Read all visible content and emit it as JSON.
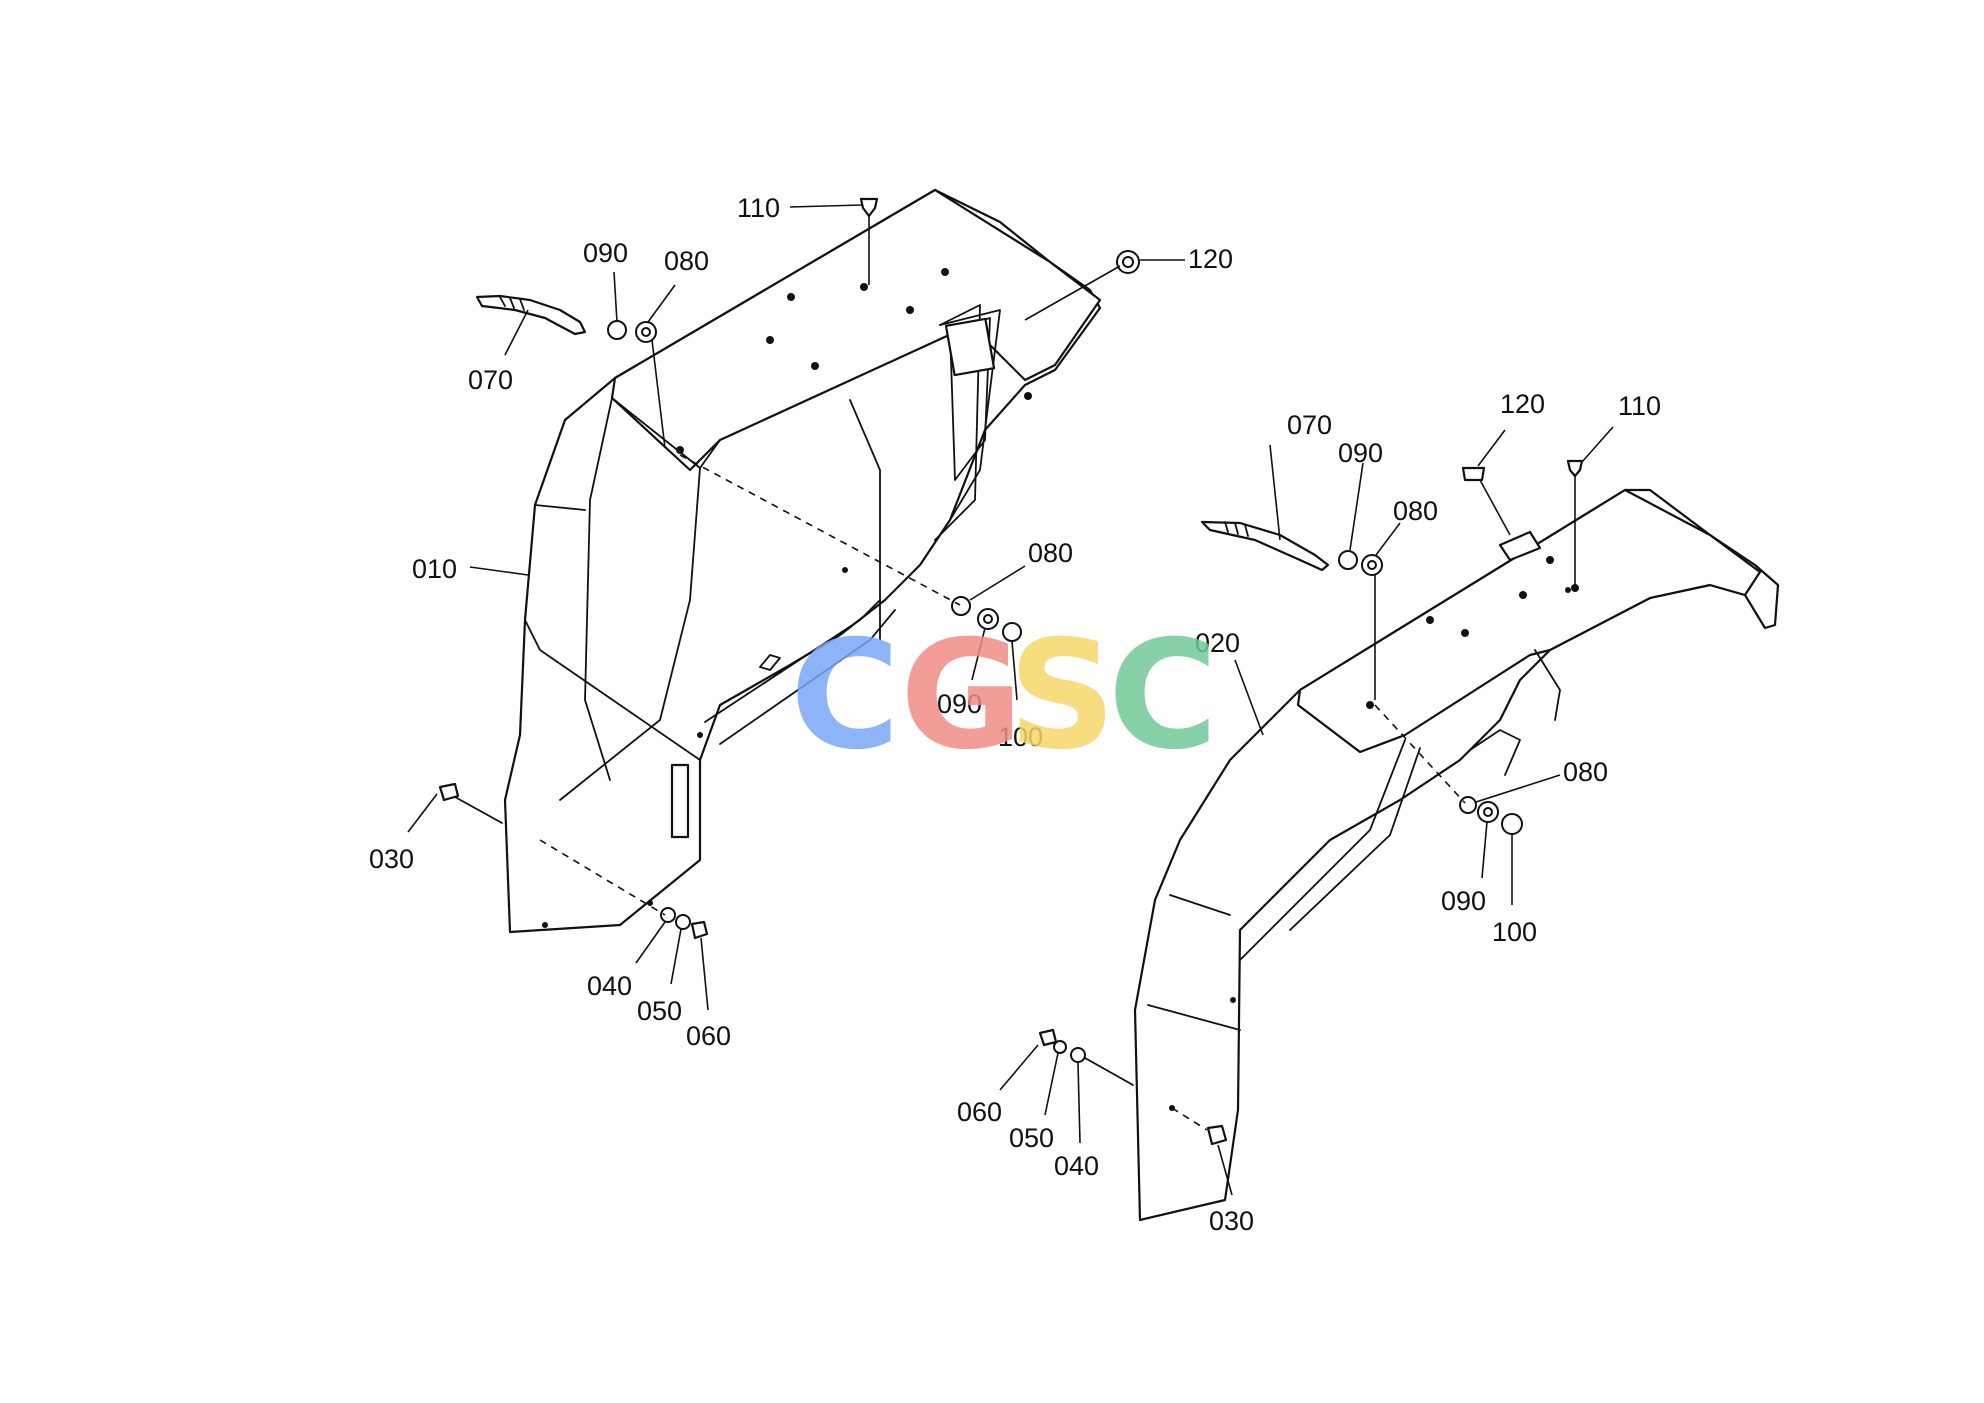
{
  "watermark": {
    "letters": [
      "C",
      "G",
      "S",
      "C"
    ],
    "colors": [
      "#7aa7f5",
      "#f08c86",
      "#f7d66a",
      "#74c89a"
    ]
  },
  "callouts": {
    "left": {
      "p010": "010",
      "p030": "030",
      "p040": "040",
      "p050": "050",
      "p060": "060",
      "p070": "070",
      "p080_top": "080",
      "p090_top": "090",
      "p110": "110",
      "p120": "120",
      "p080_mid": "080",
      "p090_mid": "090",
      "p100_mid": "100"
    },
    "right": {
      "p020": "020",
      "p030": "030",
      "p040": "040",
      "p050": "050",
      "p060": "060",
      "p070": "070",
      "p080_top": "080",
      "p090_top": "090",
      "p110": "110",
      "p120": "120",
      "p080_mid": "080",
      "p090_mid": "090",
      "p100_mid": "100"
    }
  }
}
